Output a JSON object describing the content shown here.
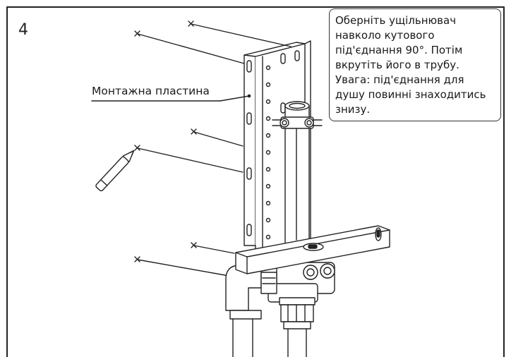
{
  "step": {
    "number": "4"
  },
  "callout": {
    "lines": [
      "Оберніть ущільнювач",
      "навколо кутового",
      "під'єднання 90°. Потім",
      "вкрутіть його в трубу.",
      "Увага: під'єднання для",
      "душу повинні знаходитись",
      "знизу."
    ]
  },
  "labels": {
    "mounting_plate": "Монтажна пластина"
  },
  "icons": {
    "marks": "x-mark-icon",
    "pencil": "pencil-icon",
    "level": "spirit-level-icon"
  },
  "colors": {
    "line": "#222222",
    "background": "#ffffff"
  }
}
